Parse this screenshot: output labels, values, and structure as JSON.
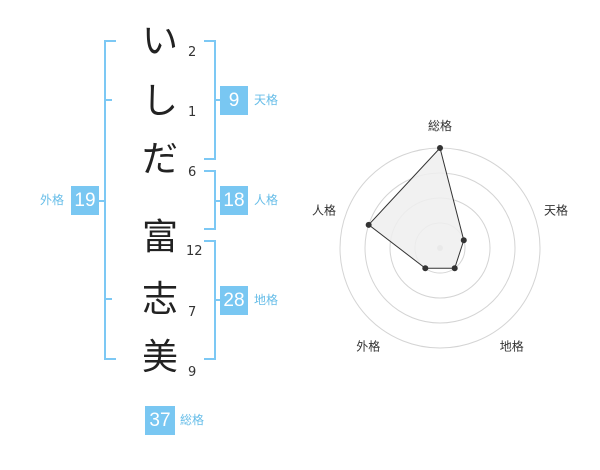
{
  "name_chars": [
    {
      "char": "い",
      "strokes": "2"
    },
    {
      "char": "し",
      "strokes": "1"
    },
    {
      "char": "だ",
      "strokes": "6"
    },
    {
      "char": "富",
      "strokes": "12"
    },
    {
      "char": "志",
      "strokes": "7"
    },
    {
      "char": "美",
      "strokes": "9"
    }
  ],
  "kakaku": {
    "tenkaku": {
      "value": "9",
      "label": "天格"
    },
    "jinkaku": {
      "value": "18",
      "label": "人格"
    },
    "chikaku": {
      "value": "28",
      "label": "地格"
    },
    "gaikaku": {
      "value": "19",
      "label": "外格"
    },
    "soukaku": {
      "value": "37",
      "label": "総格"
    }
  },
  "chart_data": {
    "type": "radar",
    "axes": [
      "総格",
      "天格",
      "地格",
      "外格",
      "人格"
    ],
    "values": [
      4,
      1,
      1,
      1,
      3
    ],
    "max": 4,
    "grid": true
  }
}
